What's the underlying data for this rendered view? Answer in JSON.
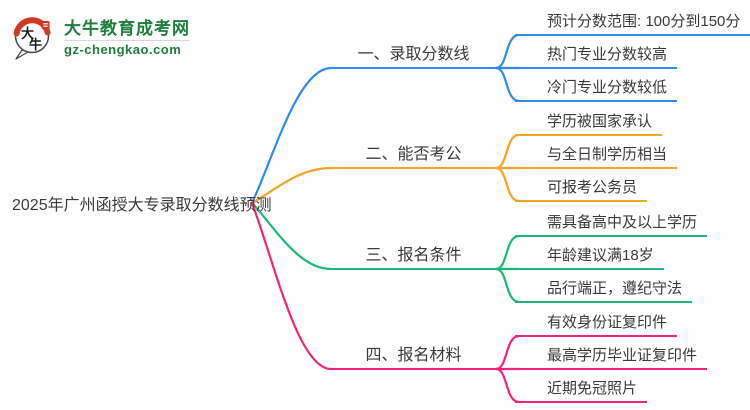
{
  "logo": {
    "site_name": "大牛教育成考网",
    "site_url": "gz-chengkao.com",
    "emblem_char_top": "大",
    "emblem_char_bottom": "牛",
    "brand_green": "#1e7e3e",
    "brand_red": "#cf3b24"
  },
  "mindmap": {
    "root": "2025年广州函授大专录取分数线预测",
    "branches": [
      {
        "label": "一、录取分数线",
        "color": "#318ce7",
        "leaves": [
          "预计分数范围: 100分到150分",
          "热门专业分数较高",
          "冷门专业分数较低"
        ]
      },
      {
        "label": "二、能否考公",
        "color": "#f7a326",
        "leaves": [
          "学历被国家承认",
          "与全日制学历相当",
          "可报考公务员"
        ]
      },
      {
        "label": "三、报名条件",
        "color": "#1cb978",
        "leaves": [
          "需具备高中及以上学历",
          "年龄建议满18岁",
          "品行端正，遵纪守法"
        ]
      },
      {
        "label": "四、报名材料",
        "color": "#f2247c",
        "leaves": [
          "有效身份证复印件",
          "最高学历毕业证复印件",
          "近期免冠照片"
        ]
      }
    ]
  }
}
